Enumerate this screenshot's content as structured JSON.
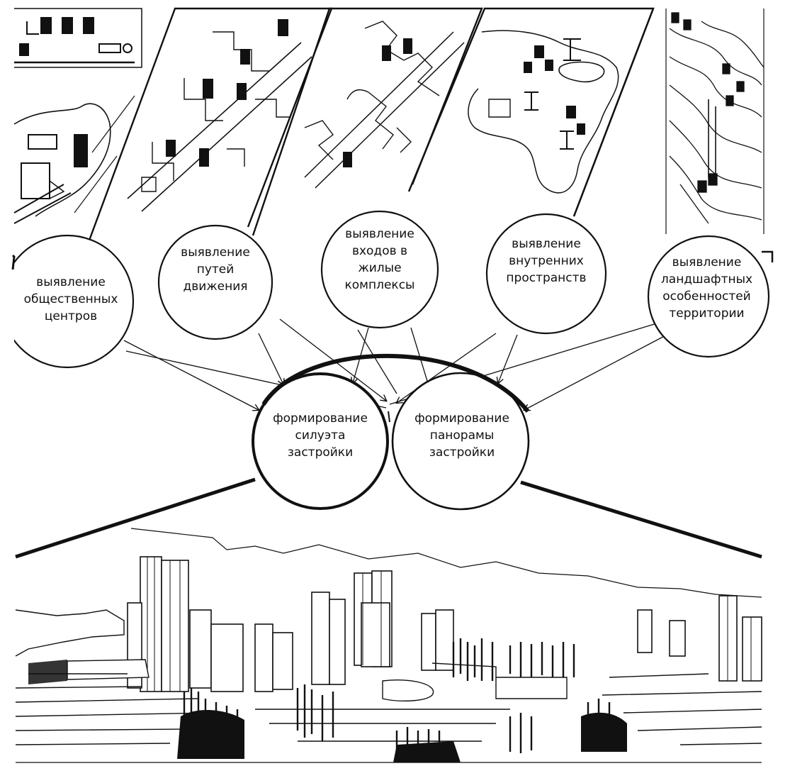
{
  "top_nodes": [
    {
      "id": "public-centers",
      "lines": [
        "выявление",
        "общественных",
        "центров"
      ]
    },
    {
      "id": "movement-paths",
      "lines": [
        "выявление",
        "путей",
        "движения"
      ]
    },
    {
      "id": "entrances",
      "lines": [
        "выявление",
        "входов  в",
        "жилые",
        "комплексы"
      ]
    },
    {
      "id": "inner-spaces",
      "lines": [
        "выявление",
        "внутренних",
        "пространств"
      ]
    },
    {
      "id": "landscape",
      "lines": [
        "выявление",
        "ландшафтных",
        "особенностей",
        "территории"
      ]
    }
  ],
  "bottom_nodes": [
    {
      "id": "silhouette",
      "lines": [
        "формирование",
        "силуэта",
        "застройки"
      ]
    },
    {
      "id": "panorama",
      "lines": [
        "формирование",
        "панорамы",
        "застройки"
      ]
    }
  ],
  "colors": {
    "ink": "#111111",
    "paper": "#ffffff"
  }
}
